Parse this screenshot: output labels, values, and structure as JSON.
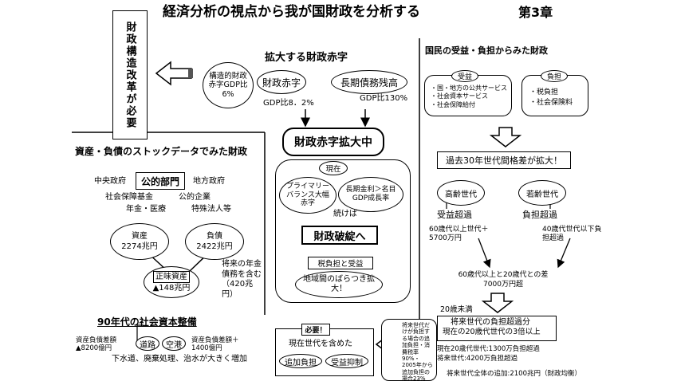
{
  "header": {
    "title": "経済分析の視点から我が国財政を分析する",
    "chapter": "第3章"
  },
  "reform": {
    "label": "財政構造改革が必要"
  },
  "deficit": {
    "heading": "拡大する財政赤字",
    "structural": "構造的財政赤字GDP比6%",
    "deficit_label": "財政赤字",
    "deficit_gdp": "GDP比8．2%",
    "debt_label": "長期債務残高",
    "debt_gdp": "GDP比130%",
    "expanding": "財政赤字拡大中",
    "current": "現在",
    "primary": "プライマリーバランス大幅赤字",
    "interest": "長期金利＞名目GDP成長率",
    "continue": "続けば",
    "collapse": "財政破綻へ",
    "burden_tag": "税負担と受益",
    "regional": "地域間のばらつき拡大！"
  },
  "stock": {
    "heading": "資産・負債のストックデータでみた財政",
    "central": "中央政府",
    "public_sector": "公的部門",
    "local": "地方政府",
    "social_fund": "社会保障基金",
    "public_corp": "公的企業",
    "pension": "年金・医療",
    "special": "特殊法人等",
    "assets_label": "資産",
    "assets_value": "2274兆円",
    "debt_label": "負債",
    "debt_value": "2422兆円",
    "net_label": "正味資産",
    "net_value": "▲148兆円",
    "future_pension": "将来の年金債務を含む（420兆円）"
  },
  "capital": {
    "heading": "90年代の社会資本整備",
    "left_diff": "資産負債差額▲8200億円",
    "road": "道路",
    "airport": "空港",
    "right_diff": "資産負債差額＋1400億円",
    "bottom": "下水道、廃棄処理、治水が大きく増加"
  },
  "needed": {
    "tag": "必要！",
    "title": "現在世代を含めた",
    "add_burden": "追加負担",
    "cut_benefit": "受益抑制",
    "future_note": "将来世代だけが負担する場合の追加負担・消費税率90%・2005年から追加負担の場合23%"
  },
  "citizen": {
    "heading": "国民の受益・負担からみた財政",
    "benefit_label": "受益",
    "benefit_items": [
      "・国・地方の公共サービス",
      "・社会資本サービス",
      "・社会保障給付"
    ],
    "burden_label": "負担",
    "burden_items": [
      "・税負担",
      "・社会保険料"
    ],
    "gap": "過去30年世代間格差が拡大！",
    "old_gen": "高齢世代",
    "young_gen": "若齢世代",
    "benefit_excess": "受益超過",
    "burden_excess": "負担超過",
    "over60": "60歳代以上世代＋5700万円",
    "under40": "40歳代世代以下負担超過",
    "diff": "60歳代以上と20歳代との差7000万円超",
    "under20": "20歳未満",
    "future_excess": "将来世代の負担超過分",
    "three_times": "現在の20歳代世代の3倍以上",
    "cur20": "現在20歳代世代:1300万負担超過",
    "future_gen": "将来世代:4200万負担超過",
    "total": "将来世代全体の追加:2100兆円（財政均衡）"
  }
}
